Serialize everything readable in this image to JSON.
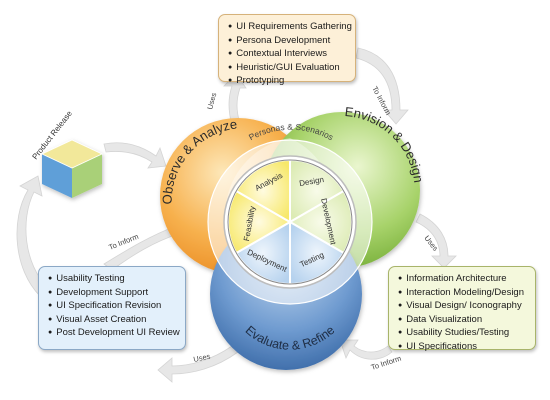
{
  "circles": {
    "observe_analyze": "Observe & Analyze",
    "envision_design": "Envision & Design",
    "evaluate_refine": "Evaluate & Refine"
  },
  "personas_scenarios": "Personas & Scenarios",
  "wheel_segments": [
    "Design",
    "Development",
    "Testing",
    "Deployment",
    "Feasibility",
    "Analysis"
  ],
  "product_release": "Product Release",
  "arrows": {
    "uses_top": "Uses",
    "to_inform_top": "To Inform",
    "uses_right": "Uses",
    "to_inform_bottom": "To Inform",
    "uses_bottom": "Uses",
    "to_inform_left": "To Inform"
  },
  "box_top": {
    "items": [
      "UI Requirements Gathering",
      "Persona Development",
      "Contextual Interviews",
      "Heuristic/GUI Evaluation",
      "Prototyping"
    ]
  },
  "box_left": {
    "items": [
      "Usability Testing",
      "Development Support",
      "UI Specification Revision",
      "Visual Asset Creation",
      "Post Development UI Review"
    ]
  },
  "box_right": {
    "items": [
      "Information Architecture",
      "Interaction Modeling/Design",
      "Visual Design/ Iconography",
      "Data Visualization",
      "Usability Studies/Testing",
      "UI Specifications"
    ]
  },
  "colors": {
    "orange": "#f5a236",
    "green": "#8cc63f",
    "blue": "#3f74b8",
    "arrow_gray": "#e6e6e6"
  }
}
